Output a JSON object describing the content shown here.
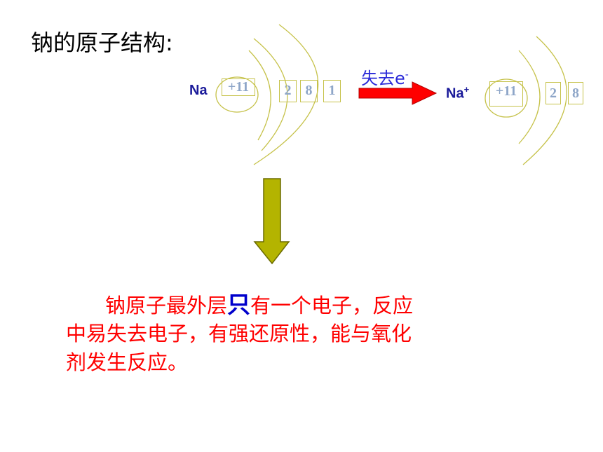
{
  "title": "钠的原子结构:",
  "na_atom": {
    "symbol": "Na",
    "nucleus": "+11",
    "shells": [
      "2",
      "8",
      "1"
    ]
  },
  "arrow_label": {
    "text": "失去e",
    "superscript": "-"
  },
  "na_ion": {
    "symbol": "Na",
    "charge": "+",
    "nucleus": "+11",
    "shells": [
      "2",
      "8"
    ]
  },
  "explanation": {
    "line1_before": "钠原子最外层",
    "line1_highlight": "只",
    "line1_after": "有一个电子，反应",
    "line2": "中易失去电子，有强还原性，能与氧化",
    "line3": "剂发生反应。"
  },
  "colors": {
    "text_red": "#ff0000",
    "highlight_blue": "#0000cc",
    "arrow_red": "#ff0000",
    "down_arrow_fill": "#b4b400",
    "shell_line": "#c6c24a",
    "shell_number": "#8ea6c8"
  }
}
